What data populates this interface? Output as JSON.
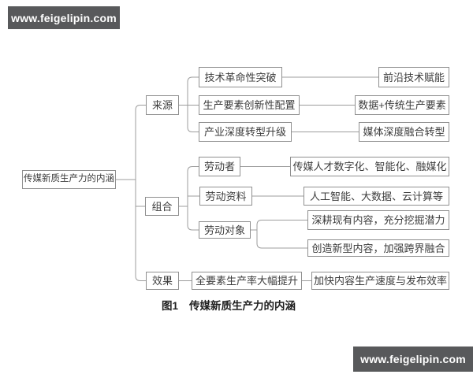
{
  "watermark": {
    "text": "www.feigelipin.com"
  },
  "caption": {
    "fig_label": "图1",
    "title": "传媒新质生产力的内涵"
  },
  "tree": {
    "root": "传媒新质生产力的内涵",
    "branches": [
      {
        "label": "来源",
        "children": [
          {
            "label": "技术革命性突破",
            "children": [
              "前沿技术赋能"
            ]
          },
          {
            "label": "生产要素创新性配置",
            "children": [
              "数据+传统生产要素"
            ]
          },
          {
            "label": "产业深度转型升级",
            "children": [
              "媒体深度融合转型"
            ]
          }
        ]
      },
      {
        "label": "组合",
        "children": [
          {
            "label": "劳动者",
            "children": [
              "传媒人才数字化、智能化、融媒化"
            ]
          },
          {
            "label": "劳动资料",
            "children": [
              "人工智能、大数据、云计算等"
            ]
          },
          {
            "label": "劳动对象",
            "children": [
              "深耕现有内容，充分挖掘潜力",
              "创造新型内容，加强跨界融合"
            ]
          }
        ]
      },
      {
        "label": "效果",
        "children": [
          {
            "label": "全要素生产率大幅提升",
            "children": [
              "加快内容生产速度与发布效率"
            ]
          }
        ]
      }
    ]
  },
  "colors": {
    "bg": "#ffffff",
    "box-border": "#8f8f8f",
    "line": "#9c9c9c",
    "box-text": "#3c3c3c",
    "caption-text": "#1f1f1f",
    "watermark-bg": "#58595b",
    "watermark-text": "#ffffff"
  }
}
